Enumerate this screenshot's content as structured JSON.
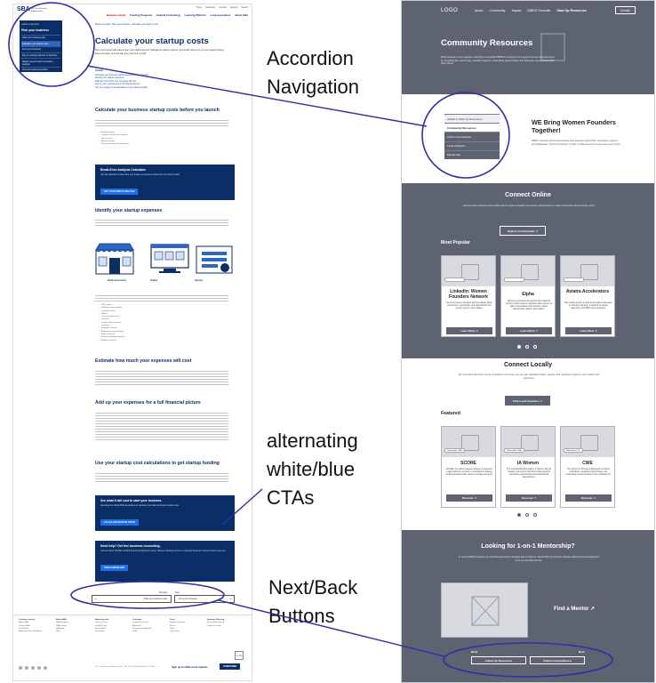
{
  "callouts": {
    "accordion": [
      "Accordion",
      "Navigation"
    ],
    "ctas": [
      "alternating",
      "white/blue",
      "CTAs"
    ],
    "nextback": [
      "Next/Back",
      "Buttons"
    ]
  },
  "sba": {
    "logo": "SBA",
    "logo_sub": "U.S. Small Business Administration",
    "util_links": [
      "Home",
      "Newsroom",
      "Contact",
      "Español",
      "Search"
    ],
    "main_nav": [
      "Business Guide",
      "Funding Programs",
      "Federal Contracting",
      "Learning Platform",
      "Local Assistance",
      "About SBA"
    ],
    "sidenav": {
      "back": "◂ Back to all topics",
      "title": "Plan your business",
      "items": [
        "Write your business plan",
        "Calculate your startup costs",
        "Fund your business",
        "Buy an existing business or franchise",
        "Market research and competitive analysis",
        "Pick your business location"
      ],
      "active_index": 1
    },
    "breadcrumb": "Business Guide  ›  Plan your business  ›  Calculate your startup costs",
    "title": "Calculate your startup costs",
    "intro": "How much money will it take to start your small business? Calculate the startup costs for your small business so you can request funding, attract investors, and estimate when you'll turn a profit.",
    "contents_head": "Content",
    "contents": [
      "Calculate your business startup costs before you launch",
      "Identify your startup expenses",
      "Estimate how much your expenses will cost",
      "Add up your expenses for a full financial picture",
      "Use your startup cost calculations to get startup funding"
    ],
    "sections": [
      "Calculate your business startup costs before you launch",
      "Identify your startup expenses",
      "Estimate how much your expenses will cost",
      "Add up your expenses for a full financial picture",
      "Use your startup cost calculations to get startup funding"
    ],
    "bullets_1": [
      "Estimate profits",
      "Conduct a break-even analysis",
      "Secure loans",
      "Attract investors",
      "Save money with tax deductions"
    ],
    "bullets_2": [
      "Office space",
      "Equipment and supplies",
      "Communications",
      "Utilities",
      "Licenses and permits",
      "Insurance",
      "Lawyer and accountant",
      "Inventory",
      "Employee salaries",
      "Advertising and marketing",
      "Market research",
      "Printed marketing materials",
      "Making a website"
    ],
    "illus_captions": [
      "Brick and mortar",
      "Online",
      "Service"
    ],
    "cta1": {
      "heading": "Break-Even Analysis Calculator",
      "body": "Use this calculator to determine your break-even point and determine your future profits.",
      "button": "GET YOUR PROFIT ANALYSIS"
    },
    "cta2": {
      "heading": "See what it will cost to start your business.",
      "body": "Download the official SBA spreadsheet to calculate your startup business startup costs.",
      "button": "CALCULATE STARTUP COSTS"
    },
    "cta3": {
      "heading": "Need help? Get free business counseling.",
      "body": "Connect with a SCORE, Small Business Development Center, Women's Business Center or Veterans Business Outreach Center near you.",
      "button": "FIND COUNSELORS"
    },
    "prev_label": "Previous",
    "next_label": "Next",
    "prev_btn": "Write your business plan",
    "next_btn": "Fund your business",
    "footer_cols": [
      {
        "head": "Customer service",
        "items": [
          "About SBA",
          "Contact SBA",
          "En Español",
          "Media and Press Relations"
        ]
      },
      {
        "head": "About SBA",
        "items": [
          "SBA locations",
          "SBA careers",
          "SBA team",
          "Blog"
        ]
      },
      {
        "head": "About this site",
        "items": [
          "Privacy Policy",
          "Linking Policy",
          "Accessibility",
          "Disclaimers"
        ]
      },
      {
        "head": "Oversight",
        "items": [
          "Inspector General",
          "Advocacy",
          "Hearings and Appeals",
          "FOIA"
        ]
      },
      {
        "head": "Tools",
        "items": [
          "Budget, Finances",
          "Forms",
          "Tools",
          "Open Data"
        ]
      },
      {
        "head": "Strategic Planning",
        "items": [
          "Disaster Assistance",
          "Learning Center"
        ]
      }
    ],
    "copyright": "U.S. Small Business Administration  ·  409 3rd St, SW Washington DC 20416",
    "subscribe": "Sign up for SBA email updates",
    "subscribe_btn": "SUBSCRIBE",
    "to_top": "▲ Top"
  },
  "wire": {
    "logo": "LOGO",
    "nav": [
      "About",
      "Community",
      "Impact",
      "WBSO Summits",
      "Start Up Resources"
    ],
    "nav_active": 4,
    "donate": "Donate",
    "hero_title": "Community Resources",
    "hero_body": "When women come together, anything is possible! WBSO's mission is to support women entrepreneurs by providing the community, valuable support, networking opportunities and business resources to help them thrive.",
    "sidenav": [
      "◂ Back to Start Up Resources",
      "Community Resources",
      "Online Communities",
      "Local Chapters",
      "Mentorship"
    ],
    "sidenav_active": 1,
    "we_title": "WE Bring Women Founders Together!",
    "we_body": "WBSO recently interviewed women entrepreneurs about their successes, support, and challenges. The #1 contributor to their confidence and success was community!",
    "connect_online": {
      "title": "Connect Online",
      "body": "Joining online business communities can be a game-changer for women entrepreneurs to make connections all around the world.",
      "button": "Explore Communities  ↗",
      "subhead": "Most Popular",
      "cards": [
        {
          "tag": "Free Membership",
          "title": "LinkedIn: Women Founders Network",
          "body": "Connects women founders with the capital, talent, connections, mentorship, and sponsorship they need to grow in early stages.",
          "button": "Learn More  ↗"
        },
        {
          "tag": "Free Membership",
          "title": "Elpha",
          "body": "Elpha is a professional network that supports women in their careers. Members have access to daily conversations with experts, insider opportunities, advice, and support.",
          "button": "Learn More  ↗"
        },
        {
          "tag": "Free Membership",
          "title": "Aviatra Accelerators",
          "body": "We enable women to start and sustain businesses by offering coaching, a network of partner agencies, free PDFs and community.",
          "button": "Learn More  ↗"
        }
      ]
    },
    "connect_locally": {
      "title": "Connect Locally",
      "body": "By connecting with other women founders in your area, you can gain valuable insights, support, and resources unique to your location and customers.",
      "button": "Find Local Founders  ↗",
      "subhead": "Featured",
      "cards": [
        {
          "tag": "Nationwide, USA",
          "title": "SCORE",
          "body": "SCORE, the nation's largest network of volunteer, expert business mentors, is dedicated to helping small businesses plan, launch, manage and grow.",
          "button": "Discover  ↗"
        },
        {
          "tag": "Nationwide, USA",
          "title": "IA Women",
          "body": "The International Association of Women has 40 chapters across the US that provide powerful networking opportunities and professional development.",
          "button": "Discover  ↗"
        },
        {
          "tag": "Washington, DC",
          "title": "CWE",
          "body": "The Center for Women & Enterprise conducts workshops, education opportunities, and networking events primarily in the northeast US.",
          "button": "Discover  ↗"
        }
      ]
    },
    "mentorship": {
      "title": "Looking for 1-on-1 Mentorship?",
      "body": "In recent WBSO research, we found that all women struggle with confidence. Mentorship can provide valuable advice and encouragement to be a successful founder.",
      "find": "Find a Mentor  ↗"
    },
    "back_label": "Back",
    "next_label": "Next",
    "back_btn": "◂  Start Up Resources",
    "next_btn": "Online Communities  ▸"
  }
}
